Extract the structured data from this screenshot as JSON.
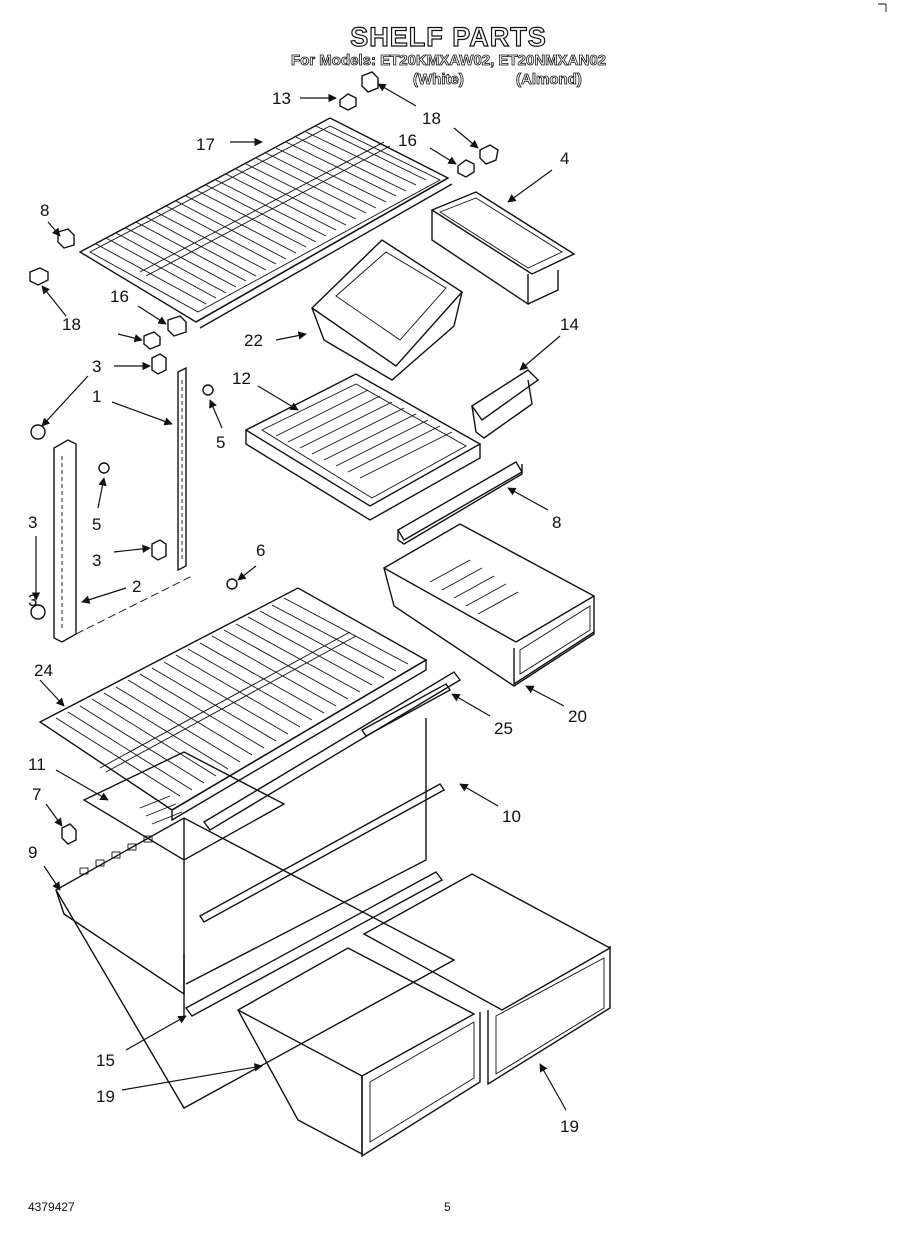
{
  "title": "SHELF PARTS",
  "models_line": "For Models: ET20KMXAW02, ET20NMXAN02",
  "variant_white": "(White)",
  "variant_almond": "(Almond)",
  "callouts": [
    "13",
    "18",
    "17",
    "16",
    "4",
    "8",
    "18",
    "16",
    "22",
    "14",
    "3",
    "1",
    "12",
    "5",
    "3",
    "5",
    "8",
    "3",
    "3",
    "6",
    "2",
    "20",
    "24",
    "25",
    "11",
    "7",
    "10",
    "9",
    "15",
    "19",
    "19"
  ],
  "footer_left": "4379427",
  "footer_page": "5"
}
